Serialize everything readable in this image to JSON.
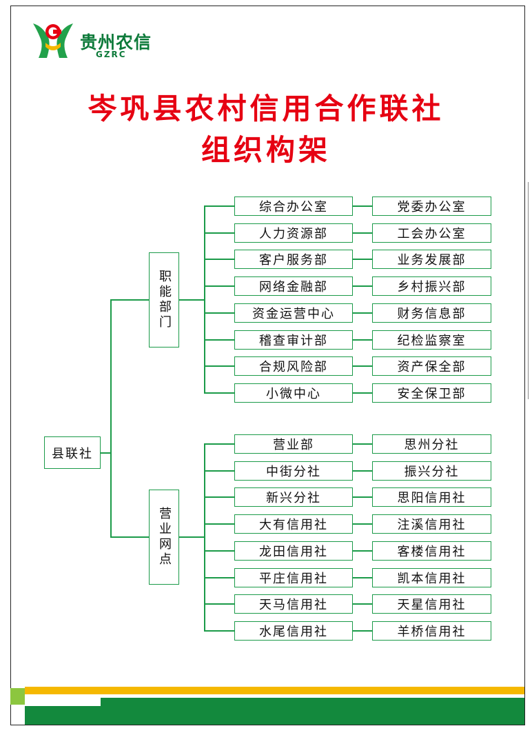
{
  "brand": {
    "name_cn": "贵州农信",
    "name_en": "GZRC"
  },
  "title": {
    "line1": "岑巩县农村信用合作联社",
    "line2": "组织构架"
  },
  "root": "县联社",
  "branch_function": "职能部门",
  "branch_outlets": "营业网点",
  "function_rows": [
    [
      "综合办公室",
      "党委办公室"
    ],
    [
      "人力资源部",
      "工会办公室"
    ],
    [
      "客户服务部",
      "业务发展部"
    ],
    [
      "网络金融部",
      "乡村振兴部"
    ],
    [
      "资金运营中心",
      "财务信息部"
    ],
    [
      "稽查审计部",
      "纪检监察室"
    ],
    [
      "合规风险部",
      "资产保全部"
    ],
    [
      "小微中心",
      "安全保卫部"
    ]
  ],
  "outlet_rows": [
    [
      "营业部",
      "思州分社"
    ],
    [
      "中街分社",
      "振兴分社"
    ],
    [
      "新兴分社",
      "思阳信用社"
    ],
    [
      "大有信用社",
      "注溪信用社"
    ],
    [
      "龙田信用社",
      "客楼信用社"
    ],
    [
      "平庄信用社",
      "凯本信用社"
    ],
    [
      "天马信用社",
      "天星信用社"
    ],
    [
      "水尾信用社",
      "羊桥信用社"
    ]
  ],
  "colors": {
    "title": "#e60012",
    "green": "#1a9a48",
    "yellow": "#f5b800",
    "brand_green": "#0d7a3a"
  }
}
